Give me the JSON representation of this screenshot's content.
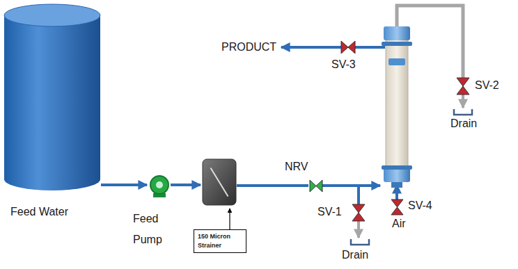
{
  "diagram": {
    "nodes": [
      {
        "text": [
          "Feed Water"
        ]
      },
      {
        "text": [
          "Feed Pump"
        ]
      },
      {
        "text": [
          "150 Micron Strainer"
        ]
      },
      {
        "text": [
          "NRV"
        ]
      },
      {
        "text": [
          "SV-1"
        ]
      },
      {
        "text": [
          "Drain"
        ]
      },
      {
        "text": [
          "SV-4"
        ]
      },
      {
        "text": [
          "SV-3"
        ]
      },
      {
        "text": [
          "PRODUCT"
        ]
      },
      {
        "text": [
          "SV-2"
        ]
      },
      {
        "text": [
          "Drain"
        ]
      }
    ],
    "edges": [
      {
        "from": 0,
        "to": 1,
        "arrow": "to"
      },
      {
        "from": 1,
        "to": 2,
        "arrow": "to"
      },
      {
        "from": 2,
        "to": 3,
        "arrow": "none"
      },
      {
        "from": 4,
        "to": 5,
        "arrow": "to"
      },
      {
        "from": 7,
        "to": 8,
        "arrow": "to"
      },
      {
        "from": 9,
        "to": 10,
        "arrow": "to"
      }
    ],
    "labels": [
      "Air"
    ]
  }
}
